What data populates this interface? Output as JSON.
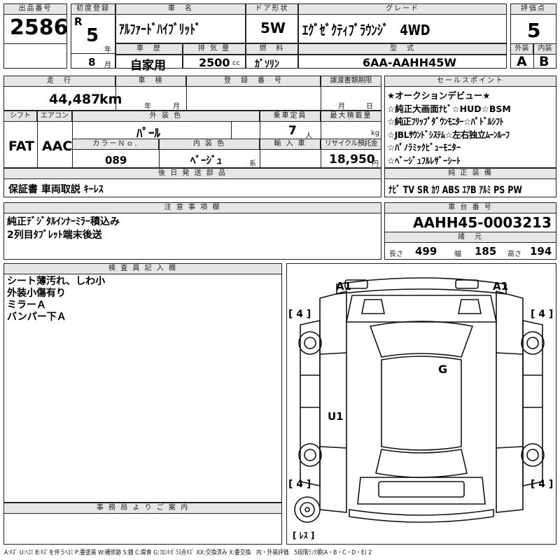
{
  "headers": {
    "lot_no": "出品番号",
    "first_reg": "初度登録",
    "car_name": "車　名",
    "door": "ドア形状",
    "grade": "グレード",
    "score": "評価点",
    "history": "車　歴",
    "displacement": "排 気 量",
    "fuel": "燃　料",
    "model_code": "型　式",
    "exterior": "外装",
    "interior": "内装",
    "mileage": "走　行",
    "inspection": "車　検",
    "reg_no": "登　録　番　号",
    "transfer_docs": "譲渡書類期限",
    "sales_points": "セールスポイント",
    "shift": "シフト",
    "aircon": "エアコン",
    "ext_color": "外 装 色",
    "capacity": "乗車定員",
    "max_load": "最大積載量",
    "color_no": "カラーＮｏ.",
    "int_color": "内 装 色",
    "import": "輸 入 車",
    "recycle": "リサイクル預託金",
    "later_parts": "後 日 発 送 部 品",
    "std_equipment": "純 正 装 備",
    "caution": "注 意 事 項 欄",
    "chassis": "車 台 番 号",
    "specs": "諸　元",
    "inspector": "検 査 員 記 入 欄",
    "office": "事 務 局 よ り ご 案 内"
  },
  "units": {
    "year": "年",
    "month": "月",
    "cc": "cc",
    "km": "km",
    "person": "人",
    "kg": "kg",
    "kei": "系",
    "yen": "円",
    "length": "長さ",
    "width": "幅",
    "height": "高さ"
  },
  "vehicle": {
    "lot_no": "2586",
    "era": "R",
    "first_reg_year": "5",
    "first_reg_month": "8",
    "car_name": "ｱﾙﾌｧｰﾄﾞﾊｲﾌﾞﾘｯﾄﾞ",
    "door": "5W",
    "grade": "ｴｸﾞｾﾞｸﾃｨﾌﾞﾗｳﾝｼﾞ　4WD",
    "score": "5",
    "history": "自家用",
    "displacement": "2500",
    "fuel": "ｶﾞｿﾘﾝ",
    "model_code": "6AA-AAHH45W",
    "exterior_grade": "A",
    "interior_grade": "B",
    "mileage": "44,487",
    "shift": "FAT",
    "aircon": "AAC",
    "ext_color": "ﾊﾟｰﾙ",
    "capacity": "7",
    "color_no": "089",
    "int_color": "ﾍﾞｰｼﾞｭ",
    "recycle": "18,950",
    "later_parts": "保証書 車両取説 ｷｰﾚｽ",
    "std_equipment": "ﾅﾋﾞ TV SR ｶﾜ ABS ｴｱB ｱﾙﾐ PS PW",
    "chassis_no": "AAHH45-0003213",
    "length": "499",
    "width": "185",
    "height": "194"
  },
  "sales_points": [
    "★オークションデビュー★",
    "☆純正大画面ﾅﾋﾞ☆HUD☆BSM",
    "☆純正ﾌﾘｯﾌﾟﾀﾞｳﾝﾓﾆﾀｰ☆ﾊﾟﾄﾞﾙｼﾌﾄ",
    "☆JBLｻｳﾝﾄﾞｼｽﾃﾑ☆左右独立ﾑｰﾝﾙｰﾌ",
    "☆ﾊﾟﾉﾗﾐｯｸﾋﾞｭｰﾓﾆﾀｰ",
    "☆ﾍﾞｰｼﾞｭﾌﾙﾚｻﾞｰｼｰﾄ"
  ],
  "caution_lines": [
    "純正ﾃﾞｼﾞﾀﾙｲﾝﾅｰﾐﾗｰ積込み",
    "2列目ﾀﾌﾞﾚｯﾄ端末後送"
  ],
  "inspector_lines": [
    "シート薄汚れ、しわ小",
    "外装小傷有り",
    "ミラーＡ",
    "バンパー下Ａ"
  ],
  "diagram_marks": {
    "front_left": "A1",
    "front_right": "A1",
    "tire_fl": "[ 4 ]",
    "tire_fr": "[ 4 ]",
    "tire_rl": "[ 4 ]",
    "tire_rr": "[ 4 ]",
    "glass": "G",
    "door_mark": "U1",
    "spare": "[ ﾚｽ ]"
  },
  "legend": "A:ｷｽﾞ U:ﾍｺﾐ B:ｷｽﾞを伴うﾍｺﾐ P:要塗装 W:補修跡 S:錆 C:腐食 G:ﾌﾛﾝﾄｶﾞﾗｽ点ｷｽﾞ XX:交換済み X:要交換　内・外装評価　5段階ﾗﾝｸ順(A・B・C・D・E) 2"
}
